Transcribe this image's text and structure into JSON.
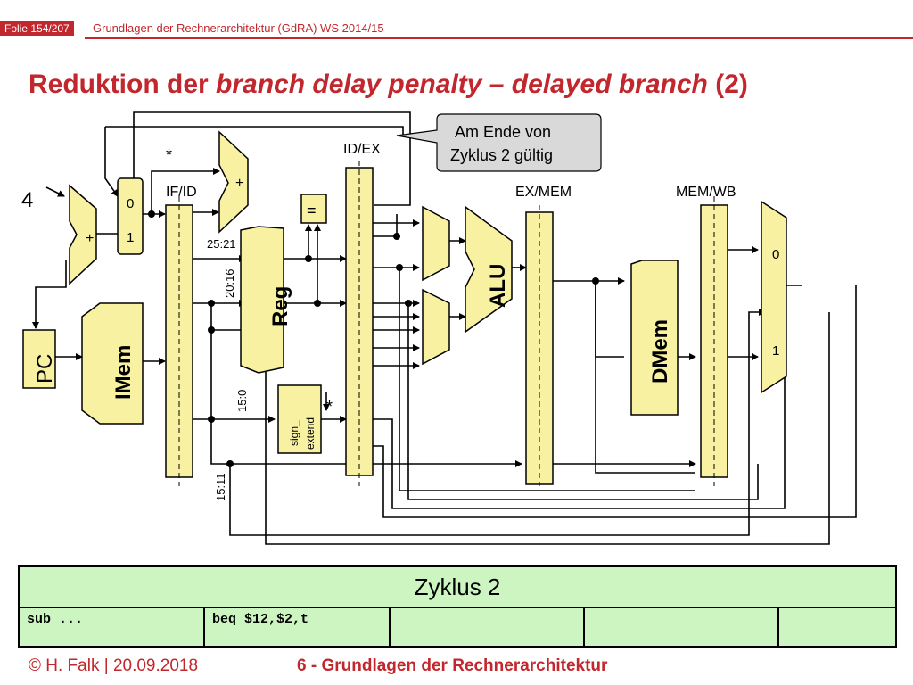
{
  "header": {
    "slide_counter": "Folie 154/207",
    "course_title": "Grundlagen der Rechnerarchitektur (GdRA) WS 2014/15"
  },
  "title": {
    "prefix": "Reduktion der ",
    "italic": "branch delay penalty – delayed branch",
    "suffix": " (2)"
  },
  "diagram": {
    "constant_4": "4",
    "adder_plus": "+",
    "mux_in0": "0",
    "mux_in1": "1",
    "pc_label": "PC",
    "imem_label": "IMem",
    "reg_label": "Reg",
    "alu_label": "ALU",
    "dmem_label": "DMem",
    "sign_extend_label1": "sign_",
    "sign_extend_label2": "extend",
    "equal_label": "=",
    "star": "*",
    "if_id": "IF/ID",
    "id_ex": "ID/EX",
    "ex_mem": "EX/MEM",
    "mem_wb": "MEM/WB",
    "bits_25_21": "25:21",
    "bits_20_16": "20:16",
    "bits_15_0": "15:0",
    "bits_15_11": "15:11",
    "callout_line1": "Am Ende von",
    "callout_line2": "Zyklus 2 gültig",
    "wb_mux_0": "0",
    "wb_mux_1": "1"
  },
  "colors": {
    "accent_red": "#c1272d",
    "component_yellow": "#f7f1a1",
    "table_green": "#ccf5c2",
    "callout_gray": "#d9d9d9"
  },
  "cycle_table": {
    "header": "Zyklus 2",
    "cells": [
      "sub ...",
      "beq $12,$2,t",
      "",
      "",
      ""
    ]
  },
  "footer": {
    "author_date": "© H. Falk | 20.09.2018",
    "chapter": "6 - Grundlagen der Rechnerarchitektur"
  }
}
